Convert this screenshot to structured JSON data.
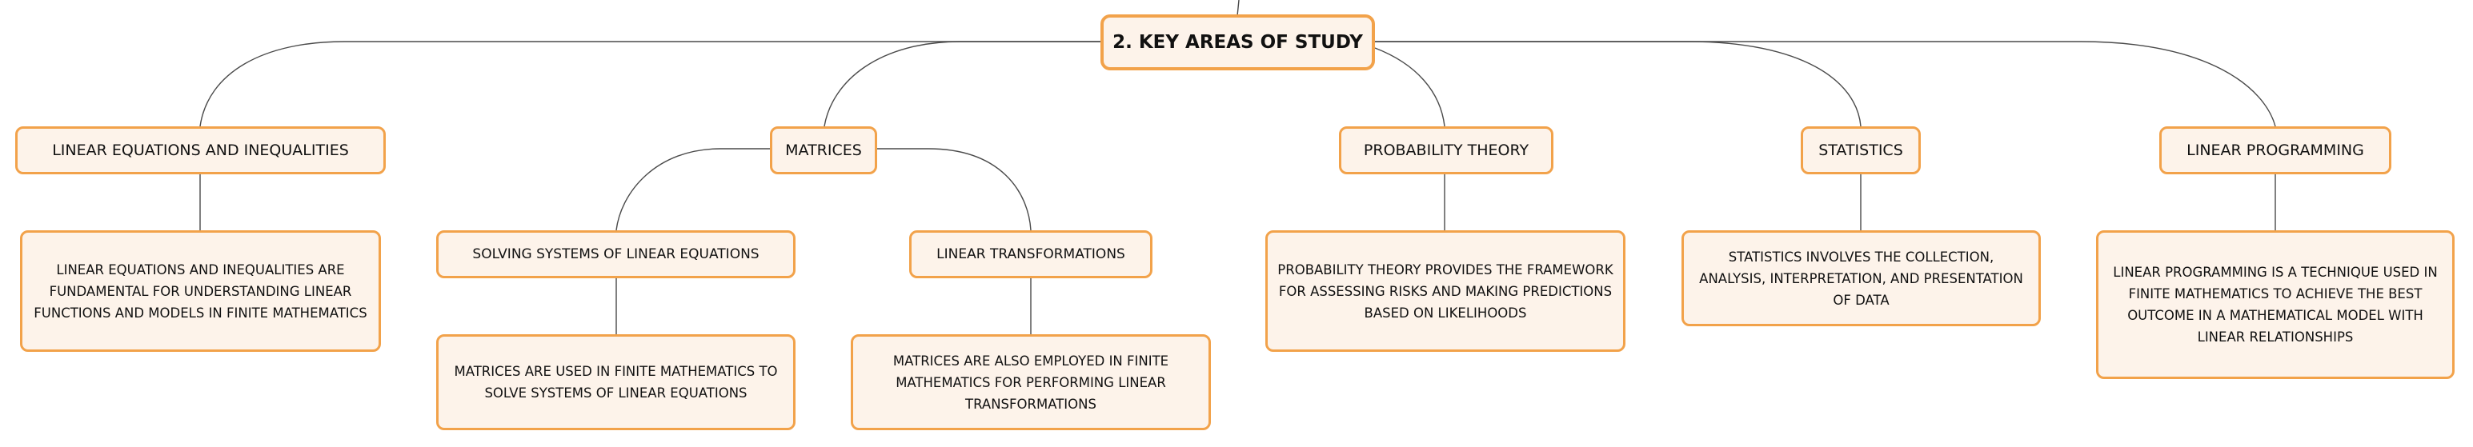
{
  "root": {
    "label": "2. KEY AREAS OF STUDY"
  },
  "branches": [
    {
      "label": "LINEAR EQUATIONS AND INEQUALITIES",
      "description": "LINEAR EQUATIONS AND INEQUALITIES ARE FUNDAMENTAL FOR UNDERSTANDING LINEAR FUNCTIONS AND MODELS IN FINITE MATHEMATICS"
    },
    {
      "label": "MATRICES",
      "children": [
        {
          "label": "SOLVING SYSTEMS OF LINEAR EQUATIONS",
          "description": "MATRICES ARE USED IN FINITE MATHEMATICS TO SOLVE SYSTEMS OF LINEAR EQUATIONS"
        },
        {
          "label": "LINEAR TRANSFORMATIONS",
          "description": "MATRICES ARE ALSO EMPLOYED IN FINITE MATHEMATICS FOR PERFORMING LINEAR TRANSFORMATIONS"
        }
      ]
    },
    {
      "label": "PROBABILITY THEORY",
      "description": "PROBABILITY THEORY PROVIDES THE FRAMEWORK FOR ASSESSING RISKS AND MAKING PREDICTIONS BASED ON LIKELIHOODS"
    },
    {
      "label": "STATISTICS",
      "description": "STATISTICS INVOLVES THE COLLECTION, ANALYSIS, INTERPRETATION, AND PRESENTATION OF DATA"
    },
    {
      "label": "LINEAR PROGRAMMING",
      "description": "LINEAR PROGRAMMING IS A TECHNIQUE USED IN FINITE MATHEMATICS TO ACHIEVE THE BEST OUTCOME IN A MATHEMATICAL MODEL WITH LINEAR RELATIONSHIPS"
    }
  ]
}
